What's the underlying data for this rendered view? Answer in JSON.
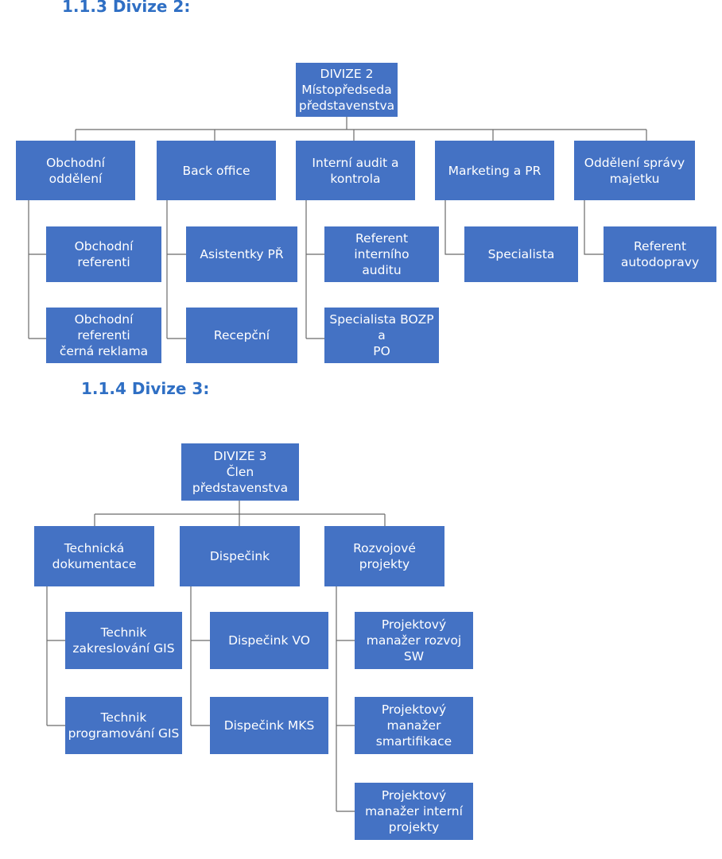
{
  "division2": {
    "heading": "1.1.3 Divize 2:",
    "root": "DIVIZE 2\nMístopředseda\npředstavenstva",
    "departments": [
      {
        "label": "Obchodní oddělení",
        "children": [
          "Obchodní referenti",
          "Obchodní referenti\nčerná reklama"
        ]
      },
      {
        "label": "Back office",
        "children": [
          "Asistentky PŘ",
          "Recepční"
        ]
      },
      {
        "label": "Interní audit a\nkontrola",
        "children": [
          "Referent interního\nauditu",
          "Specialista BOZP a\nPO"
        ]
      },
      {
        "label": "Marketing a PR",
        "children": [
          "Specialista"
        ]
      },
      {
        "label": "Oddělení správy\nmajetku",
        "children": [
          "Referent\nautodopravy"
        ]
      }
    ]
  },
  "division3": {
    "heading": "1.1.4 Divize 3:",
    "root": "DIVIZE 3\nČlen\npředstavenstva",
    "departments": [
      {
        "label": "Technická\ndokumentace",
        "children": [
          "Technik\nzakreslování GIS",
          "Technik\nprogramování GIS"
        ]
      },
      {
        "label": "Dispečink",
        "children": [
          "Dispečink VO",
          "Dispečink MKS"
        ]
      },
      {
        "label": "Rozvojové projekty",
        "children": [
          "Projektový\nmanažer rozvoj SW",
          "Projektový\nmanažer\nsmartifikace",
          "Projektový\nmanažer interní\nprojekty"
        ]
      }
    ]
  },
  "colors": {
    "box": "#4472c4",
    "heading": "#2f6fc4",
    "connector": "#6b6b6b"
  }
}
